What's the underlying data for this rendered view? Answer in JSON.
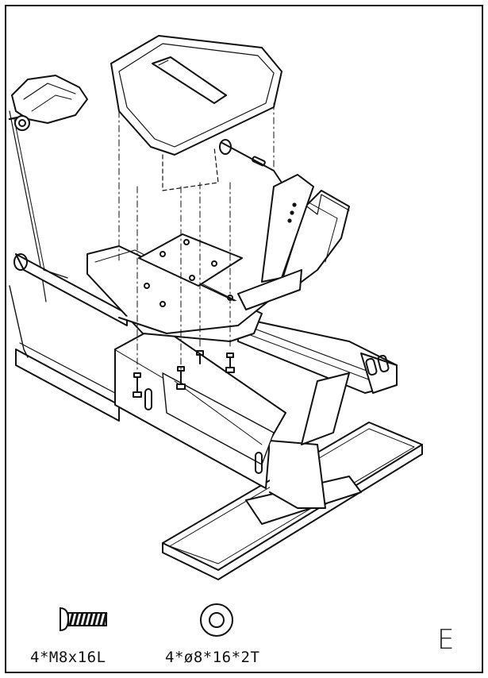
{
  "hardware": [
    {
      "icon": "bolt-icon",
      "label": "4*M8x16L"
    },
    {
      "icon": "washer-icon",
      "label": "4*ø8*16*2T"
    }
  ],
  "step": {
    "letter": "E"
  }
}
